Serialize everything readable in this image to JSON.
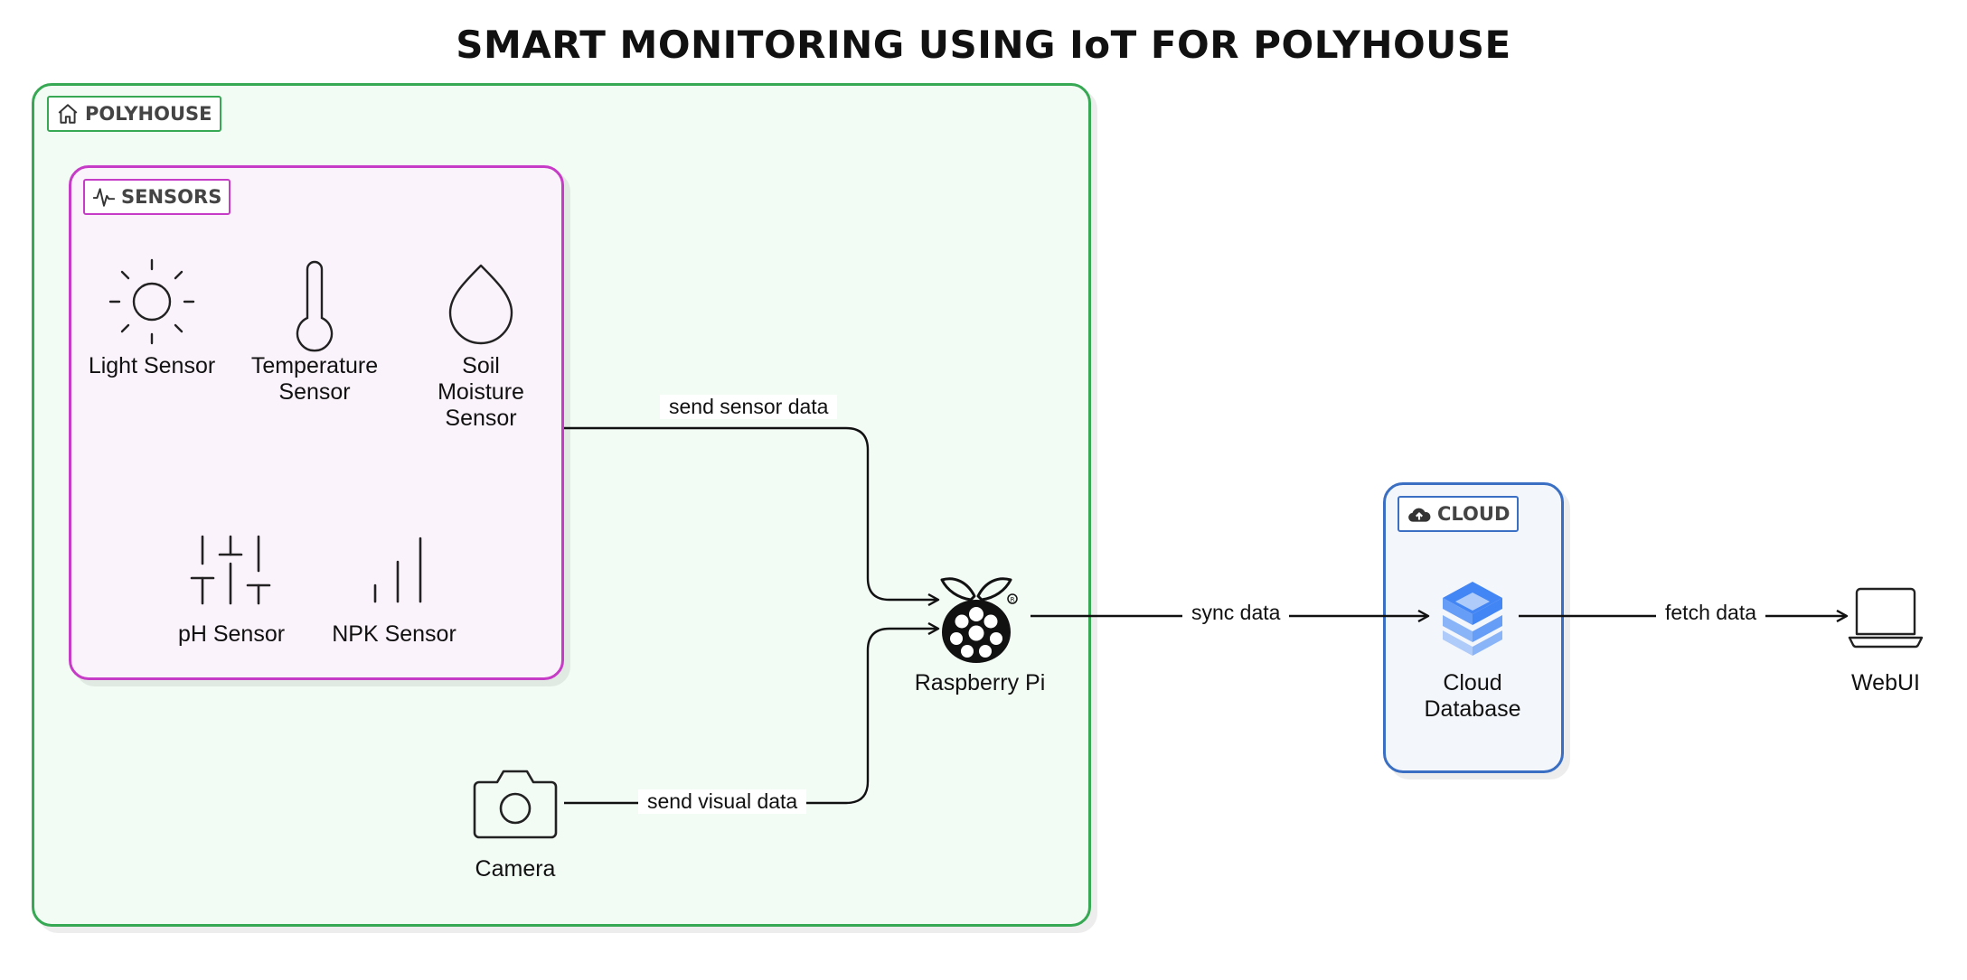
{
  "title": "SMART MONITORING USING IoT FOR POLYHOUSE",
  "groups": {
    "polyhouse": {
      "label": "POLYHOUSE",
      "icon": "home-icon",
      "color": "#37a853"
    },
    "sensors": {
      "label": "SENSORS",
      "icon": "activity-icon",
      "color": "#c73cc7"
    },
    "cloud": {
      "label": "CLOUD",
      "icon": "cloud-icon",
      "color": "#3a6fc4"
    }
  },
  "nodes": {
    "light": {
      "label": "Light Sensor",
      "icon": "sun-icon"
    },
    "temperature": {
      "label": "Temperature Sensor",
      "icon": "thermometer-icon"
    },
    "soil": {
      "label": "Soil Moisture Sensor",
      "icon": "droplet-icon"
    },
    "ph": {
      "label": "pH Sensor",
      "icon": "sliders-icon"
    },
    "npk": {
      "label": "NPK Sensor",
      "icon": "bar-chart-icon"
    },
    "camera": {
      "label": "Camera",
      "icon": "camera-icon"
    },
    "raspberry": {
      "label": "Raspberry Pi",
      "icon": "raspberry-pi-icon"
    },
    "database": {
      "label": "Cloud Database",
      "icon": "database-icon"
    },
    "webui": {
      "label": "WebUI",
      "icon": "laptop-icon"
    }
  },
  "edges": {
    "sensors_to_pi": "send sensor data",
    "camera_to_pi": "send visual data",
    "pi_to_cloud": "sync data",
    "cloud_to_web": "fetch data"
  }
}
